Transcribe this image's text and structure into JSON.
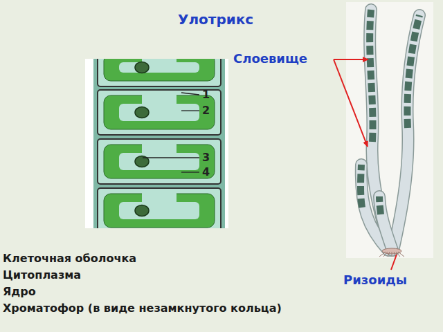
{
  "diagram": {
    "title": "Улотрикс",
    "labels": [
      "Слоевище",
      "1",
      "2",
      "3",
      "4",
      "Клеточная оболочка",
      "Цитоплазма",
      "Ядро",
      "Хроматофор (в виде незамкнутого кольца)",
      "Ризоиды"
    ]
  }
}
